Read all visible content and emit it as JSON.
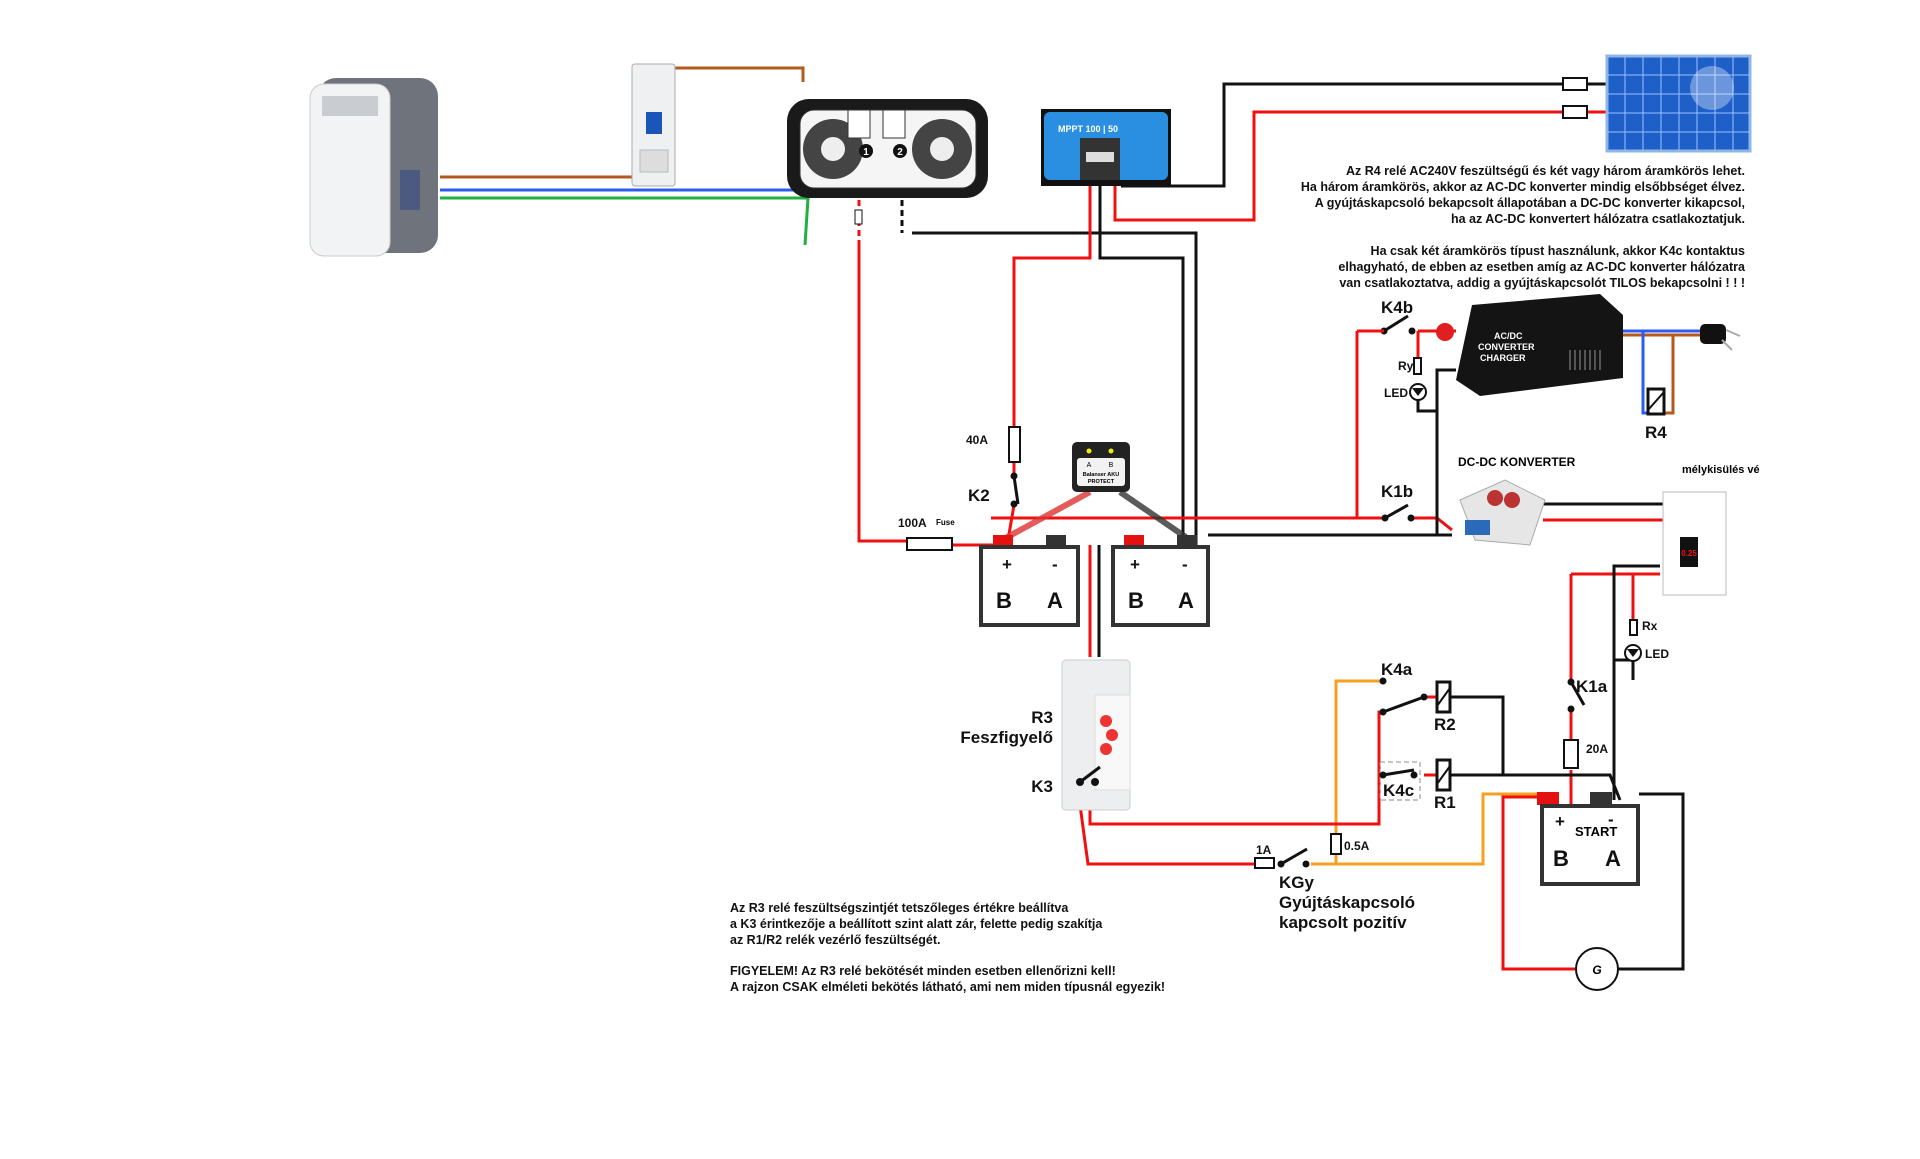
{
  "notes": {
    "r4": [
      "Az R4 relé AC240V feszültségű és két vagy három áramkörös lehet.",
      "Ha három áramkörös, akkor az AC-DC konverter mindig elsőbbséget élvez.",
      "A gyújtáskapcsoló bekapcsolt állapotában a DC-DC konverter kikapcsol,",
      "ha az AC-DC konvertert hálózatra csatlakoztatjuk."
    ],
    "k4c": [
      "Ha csak két áramkörös típust használunk, akkor K4c kontaktus",
      "elhagyható, de ebben az esetben amíg az AC-DC konverter hálózatra",
      "van csatlakoztatva, addig a gyújtáskapcsolót TILOS bekapcsolni ! ! !"
    ],
    "r3": [
      "Az R3 relé feszültségszintjét tetszőleges értékre beállítva",
      "a K3 érintkezője a beállított szint alatt zár, felette pedig szakítja",
      "az R1/R2 relék vezérlő feszültségét."
    ],
    "warning": [
      "FIGYELEM! Az R3 relé bekötését minden esetben ellenőrizni kell!",
      "A rajzon CSAK elméleti bekötés látható, ami nem miden típusnál egyezik!"
    ]
  },
  "labels": {
    "fuse_40": "40A",
    "k2": "K2",
    "fuse_100": "100A",
    "fuse_word": "Fuse",
    "balancer_a": "A",
    "balancer_b": "B",
    "balancer_text1": "Balanser AKU",
    "balancer_text2": "PROTECT",
    "battery_plus": "+",
    "battery_minus": "-",
    "battery_b": "B",
    "battery_a": "A",
    "start": "START",
    "k4b": "K4b",
    "ry": "Ry",
    "led": "LED",
    "acdc1": "AC/DC",
    "acdc2": "CONVERTER",
    "acdc3": "CHARGER",
    "r4": "R4",
    "dcdc": "DC-DC KONVERTER",
    "melyki": "mélykisülés vé",
    "display": "0.25",
    "k1b": "K1b",
    "rx": "Rx",
    "k1a": "K1a",
    "fuse_20": "20A",
    "k4a": "K4a",
    "r2": "R2",
    "k4c": "K4c",
    "r1": "R1",
    "r3": "R3",
    "feszfigyelo": "Feszfigyelő",
    "k3": "K3",
    "fuse_1": "1A",
    "fuse_05": "0.5A",
    "kgy": "KGy",
    "gyujtas": "Gyújtáskapcsoló",
    "kapcsolt": "kapcsolt pozitív",
    "generator": "G",
    "mppt": "MPPT 100 | 50",
    "inv_1": "1",
    "inv_2": "2"
  },
  "colors": {
    "positive": "#f01010",
    "negative": "#111111",
    "ignition": "#f5a020",
    "live": "#b5591e",
    "neutral": "#2e5cf0",
    "earth": "#20b040",
    "mppt": "#2a8fe0"
  }
}
